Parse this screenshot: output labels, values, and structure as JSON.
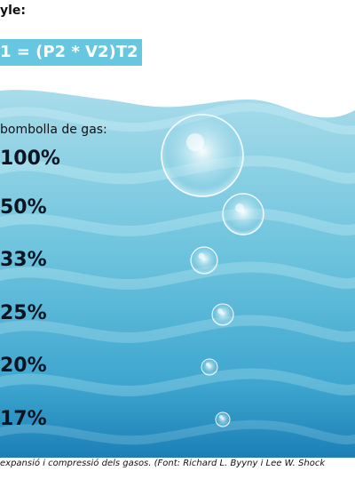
{
  "heading": "yle:",
  "formula": "1 = (P2 * V2)T2",
  "bubble_label": "bombolla de gas:",
  "percentages": [
    "100%",
    "50%",
    "33%",
    "25%",
    "20%",
    "17%"
  ],
  "caption": "expansió i compressió dels gasos. (Font: Richard L. Byyny i Lee W. Shock",
  "colors": {
    "formula_bg": "#67c6e0",
    "water_light": "#9ad8e8",
    "water_mid": "#55b9d6",
    "water_dark": "#1f86b9",
    "wave_highlight": "#bfe8f2"
  }
}
